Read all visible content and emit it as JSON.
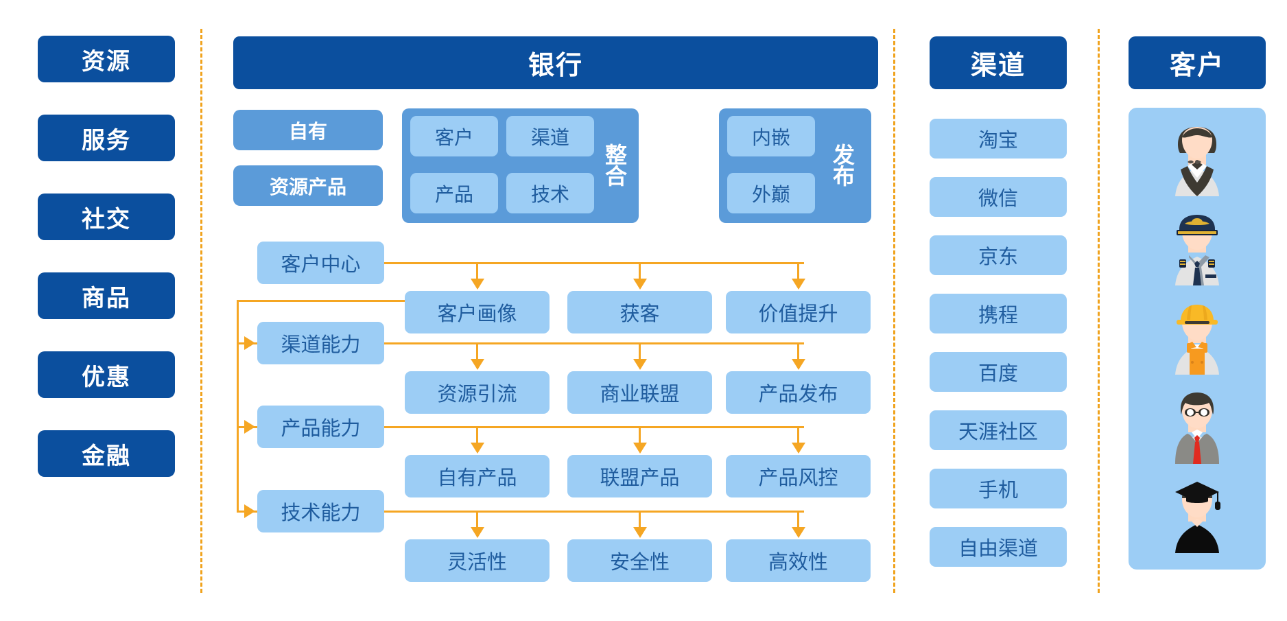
{
  "colors": {
    "dark_blue": "#0b4f9e",
    "mid_blue": "#5b9bd9",
    "light_blue": "#9ccdf5",
    "text_blue": "#1f5c9e",
    "orange": "#f5a623",
    "dashed_divider": "#f0a31e",
    "background": "#ffffff"
  },
  "left_column": {
    "items": [
      {
        "label": "资源"
      },
      {
        "label": "服务"
      },
      {
        "label": "社交"
      },
      {
        "label": "商品"
      },
      {
        "label": "优惠"
      },
      {
        "label": "金融"
      }
    ]
  },
  "bank": {
    "title": "银行",
    "own_group": {
      "items": [
        {
          "label": "自有"
        },
        {
          "label": "资源产品"
        }
      ]
    },
    "integrate_group": {
      "vertical_label": "整合",
      "vertical_label_chars": [
        "整",
        "合"
      ],
      "items": [
        {
          "label": "客户"
        },
        {
          "label": "渠道"
        },
        {
          "label": "产品"
        },
        {
          "label": "技术"
        }
      ]
    },
    "publish_group": {
      "vertical_label": "发布",
      "vertical_label_chars": [
        "发",
        "布"
      ],
      "items": [
        {
          "label": "内嵌"
        },
        {
          "label": "外巅"
        }
      ]
    },
    "flows": [
      {
        "source": "客户中心",
        "targets": [
          "客户画像",
          "获客",
          "价值提升"
        ]
      },
      {
        "source": "渠道能力",
        "targets": [
          "资源引流",
          "商业联盟",
          "产品发布"
        ]
      },
      {
        "source": "产品能力",
        "targets": [
          "自有产品",
          "联盟产品",
          "产品风控"
        ]
      },
      {
        "source": "技术能力",
        "targets": [
          "灵活性",
          "安全性",
          "高效性"
        ]
      }
    ]
  },
  "channel": {
    "title": "渠道",
    "items": [
      {
        "label": "淘宝"
      },
      {
        "label": "微信"
      },
      {
        "label": "京东"
      },
      {
        "label": "携程"
      },
      {
        "label": "百度"
      },
      {
        "label": "天涯社区"
      },
      {
        "label": "手机"
      },
      {
        "label": "自由渠道"
      }
    ]
  },
  "customer": {
    "title": "客户",
    "avatars": [
      {
        "name": "waiter-avatar-icon"
      },
      {
        "name": "pilot-avatar-icon"
      },
      {
        "name": "worker-avatar-icon"
      },
      {
        "name": "businessman-avatar-icon"
      },
      {
        "name": "graduate-avatar-icon"
      }
    ]
  }
}
